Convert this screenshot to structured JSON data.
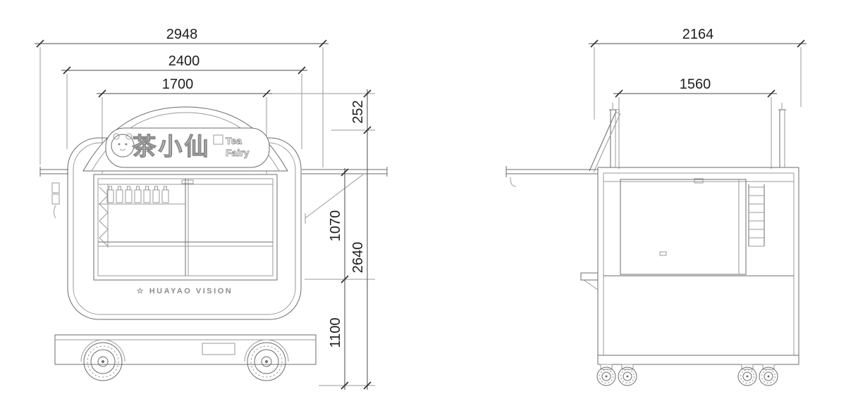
{
  "front_view": {
    "dims": {
      "overall_width": "2948",
      "body_width": "2400",
      "window_width": "1700",
      "sign_height": "252",
      "window_height": "1070",
      "overall_height": "2640",
      "base_height": "1100"
    },
    "sign": {
      "cn": "茶小仙",
      "en_top": "Tea",
      "en_bottom": "Fairy"
    },
    "brand": "☆ HUAYAO VISION"
  },
  "side_view": {
    "dims": {
      "overall_depth": "2164",
      "body_depth": "1560"
    }
  }
}
